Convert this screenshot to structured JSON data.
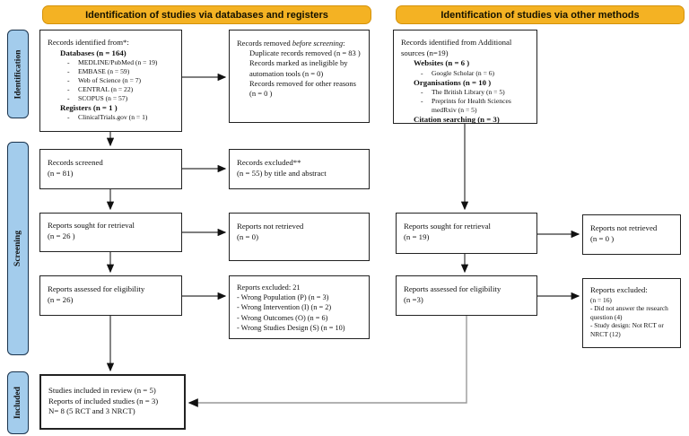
{
  "banners": {
    "left": "Identification of studies via databases and registers",
    "right": "Identification of studies via other methods"
  },
  "stages": [
    {
      "label": "Identification"
    },
    {
      "label": "Screening"
    },
    {
      "label": "Included"
    }
  ],
  "colors": {
    "banner_fill": "#F4B223",
    "banner_border": "#D4920B",
    "stage_fill": "#A3CCEC",
    "stage_border": "#1a334d",
    "box_border": "#222222",
    "connector_grey": "#999999"
  },
  "boxes": {
    "db_records": {
      "intro": "Records identified from*:",
      "databases_heading": "Databases (n = 164)",
      "databases": [
        "MEDLINE/PubMed (n = 19)",
        "EMBASE (n = 59)",
        "Web of Science (n = 7)",
        "CENTRAL (n = 22)",
        "SCOPUS (n = 57)"
      ],
      "registers_heading": "Registers (n = 1 )",
      "registers": [
        "ClinicalTrials.gov (n = 1)"
      ],
      "dash": "-"
    },
    "removed": {
      "title_prefix": "Records removed ",
      "title_italic": "before screening",
      "title_suffix": ":",
      "items": [
        "Duplicate records removed  (n = 83 )",
        "Records marked as ineligible by automation tools (n = 0)",
        "Records removed for other reasons (n = 0 )"
      ]
    },
    "screened": {
      "line1": "Records screened",
      "line2": "(n = 81)"
    },
    "excluded_screen": {
      "line1": "Records excluded**",
      "line2": "(n = 55) by title and abstract"
    },
    "sought_db": {
      "line1": "Reports sought for retrieval",
      "line2": "(n = 26 )"
    },
    "not_retrieved_db": {
      "line1": "Reports not retrieved",
      "line2": "(n = 0)"
    },
    "assessed_db": {
      "line1": "Reports assessed for eligibility",
      "line2": "(n = 26)"
    },
    "excluded_db": {
      "title": "Reports excluded: 21",
      "items": [
        "- Wrong Population (P) (n = 3)",
        "- Wrong Intervention (I) (n = 2)",
        "- Wrong Outcomes (O) (n = 6)",
        "- Wrong Studies Design (S) (n = 10)"
      ]
    },
    "other_records": {
      "intro": "Records identified from Additional sources (n=19)",
      "websites_heading": "Websites (n = 6 )",
      "websites": [
        "Google Scholar (n = 6)"
      ],
      "organisations_heading": "Organisations (n = 10 )",
      "organisations": [
        "The British Library (n = 5)",
        "Preprints for Health Sciences medRxiv (n = 5)"
      ],
      "citation_heading": "Citation searching (n = 3)",
      "dash": "-"
    },
    "sought_other": {
      "line1": "Reports sought for retrieval",
      "line2": "(n = 19)"
    },
    "not_retrieved_other": {
      "line1": "Reports not retrieved",
      "line2": "(n = 0 )"
    },
    "assessed_other": {
      "line1": "Reports assessed for eligibility",
      "line2": "(n =3)"
    },
    "excluded_other": {
      "title": "Reports excluded:",
      "items": [
        "(n = 16)",
        "- Did not answer the research question (4)",
        "- Study design: Not RCT or NRCT (12)"
      ]
    },
    "included": {
      "lines": [
        "Studies included in review (n = 5)",
        "Reports of included studies (n = 3)",
        "N= 8 (5 RCT and 3 NRCT)"
      ]
    }
  }
}
